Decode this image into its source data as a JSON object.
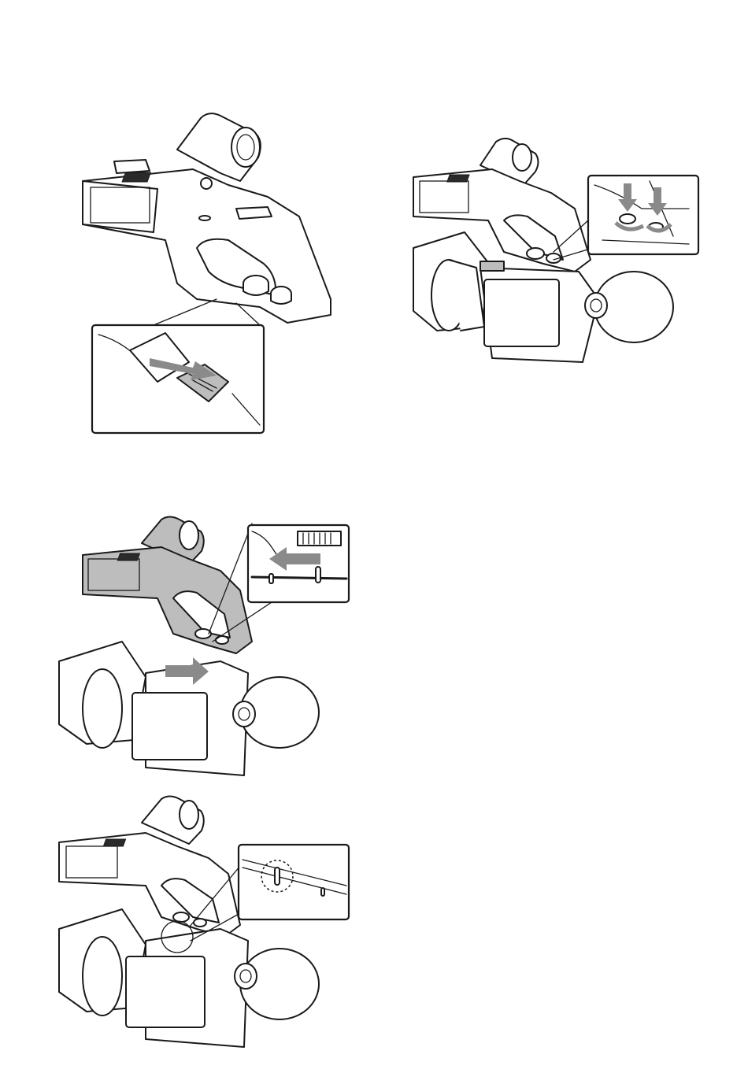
{
  "figures": [
    {
      "id": "handle-shoe-cover"
    },
    {
      "id": "tighten-knobs"
    },
    {
      "id": "attach-handle"
    },
    {
      "id": "align-marks"
    }
  ],
  "colors": {
    "line": "#1a1a1a",
    "arrow": "#8a8a8a",
    "shade": "#bdbdbd",
    "background": "#ffffff"
  },
  "icons": [
    "slide-arrow-icon",
    "press-down-arrow-icon",
    "rotate-arrow-icon",
    "alignment-mark-icon"
  ]
}
